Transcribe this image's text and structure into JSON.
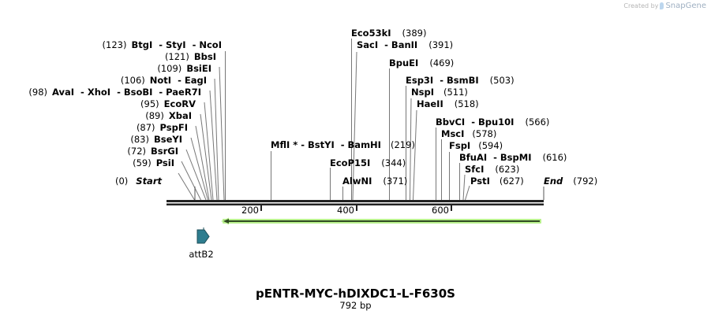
{
  "branding": {
    "created_by": "Created by",
    "app": "SnapGene"
  },
  "map": {
    "title": "pENTR-MYC-hDIXDC1-L-F630S",
    "length_label": "792 bp",
    "length_bp": 792,
    "start": {
      "pos": "(0)",
      "label": "Start"
    },
    "end": {
      "pos": "(792)",
      "label": "End"
    },
    "ticks": [
      {
        "bp": 200,
        "label": "200"
      },
      {
        "bp": 400,
        "label": "400"
      },
      {
        "bp": 600,
        "label": "600"
      }
    ],
    "features": [
      {
        "name": "attB2",
        "type": "primer_bind",
        "color": "#2e7d8f"
      },
      {
        "name": "orf-arrow",
        "type": "ORF",
        "direction": "reverse",
        "color": "#b8f08c"
      }
    ],
    "left_sites": [
      {
        "pos": "(123)",
        "names": "BtgI  - StyI  - NcoI",
        "bp": 123
      },
      {
        "pos": "(121)",
        "names": "BbsI",
        "bp": 121
      },
      {
        "pos": "(109)",
        "names": "BsiEI",
        "bp": 109
      },
      {
        "pos": "(106)",
        "names": "NotI  - EagI",
        "bp": 106
      },
      {
        "pos": "(98)",
        "names": "AvaI  - XhoI  - BsoBI  - PaeR7I",
        "bp": 98
      },
      {
        "pos": "(95)",
        "names": "EcoRV",
        "bp": 95
      },
      {
        "pos": "(89)",
        "names": "XbaI",
        "bp": 89
      },
      {
        "pos": "(87)",
        "names": "PspFI",
        "bp": 87
      },
      {
        "pos": "(83)",
        "names": "BseYI",
        "bp": 83
      },
      {
        "pos": "(72)",
        "names": "BsrGI",
        "bp": 72
      },
      {
        "pos": "(59)",
        "names": "PsiI",
        "bp": 59
      }
    ],
    "right_sites": [
      {
        "names": "Eco53kI",
        "pos": "(389)",
        "bp": 389
      },
      {
        "names": "SacI  - BanII",
        "pos": "(391)",
        "bp": 391
      },
      {
        "names": "BpuEI",
        "pos": "(469)",
        "bp": 469
      },
      {
        "names": "Esp3I  - BsmBI",
        "pos": "(503)",
        "bp": 503
      },
      {
        "names": "NspI",
        "pos": "(511)",
        "bp": 511
      },
      {
        "names": "HaeII",
        "pos": "(518)",
        "bp": 518
      },
      {
        "names": "BbvCI  - Bpu10I",
        "pos": "(566)",
        "bp": 566
      },
      {
        "names": "MscI",
        "pos": "(578)",
        "bp": 578
      },
      {
        "names": "FspI",
        "pos": "(594)",
        "bp": 594
      },
      {
        "names": "BfuAI  - BspMI",
        "pos": "(616)",
        "bp": 616
      },
      {
        "names": "SfcI",
        "pos": "(623)",
        "bp": 623
      },
      {
        "names": "PstI",
        "pos": "(627)",
        "bp": 627
      }
    ],
    "middle_sites": [
      {
        "names": "MflI * - BstYI  - BamHI",
        "pos": "(219)",
        "bp": 219
      },
      {
        "names": "EcoP15I",
        "pos": "(344)",
        "bp": 344
      },
      {
        "names": "AlwNI",
        "pos": "(371)",
        "bp": 371
      }
    ]
  }
}
